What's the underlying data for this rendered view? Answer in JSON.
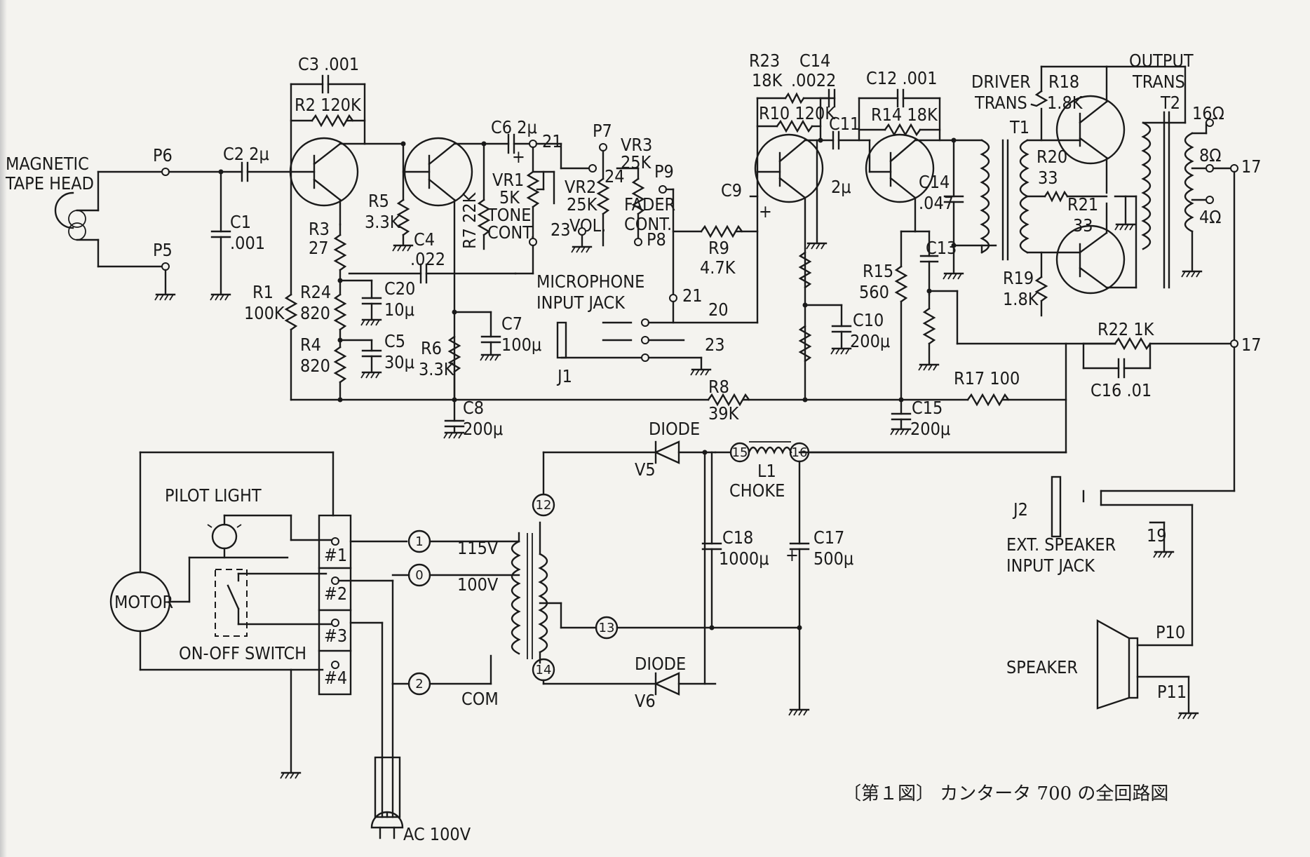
{
  "caption": "〔第１図〕 カンタータ 700 の全回路図",
  "labels": {
    "tape_head": [
      "MAGNETIC",
      "TAPE HEAD"
    ],
    "p5": "P5",
    "p6": "P6",
    "p7": "P7",
    "p8": "P8",
    "p9": "P9",
    "p10": "P10",
    "p11": "P11",
    "c1": [
      "C1",
      ".001"
    ],
    "c2": "C2 2μ",
    "c3": "C3 .001",
    "r2": "R2 120K",
    "r1": [
      "R1",
      "100K"
    ],
    "r3": [
      "R3",
      "27"
    ],
    "r24": [
      "R24",
      "820"
    ],
    "r4": [
      "R4",
      "820"
    ],
    "c20": [
      "C20",
      "10μ"
    ],
    "c5": [
      "C5",
      "30μ"
    ],
    "r5": [
      "R5",
      "3.3K"
    ],
    "c4": [
      "C4",
      ".022"
    ],
    "r7": "R7 22K",
    "c6": "C6 2μ",
    "vr1": [
      "VR1",
      "5K",
      "TONE",
      "CONT."
    ],
    "c7": [
      "C7",
      "100μ"
    ],
    "r6": [
      "R6",
      "3.3K"
    ],
    "c8": [
      "C8",
      "200μ"
    ],
    "vr2": [
      "VR2",
      "25K",
      "VOL."
    ],
    "vr3": [
      "VR3",
      "25K"
    ],
    "fader": [
      "FADER",
      "CONT."
    ],
    "mic_jack": [
      "MICROPHONE",
      "INPUT JACK"
    ],
    "j1": "J1",
    "n21a": "21",
    "n21b": "21",
    "n24": "24",
    "n23a": "23",
    "n23b": "23",
    "n20": "20",
    "r8": [
      "R8",
      "39K"
    ],
    "r9": [
      "R9",
      "4.7K"
    ],
    "c9": "C9",
    "r23": [
      "R23",
      "18K"
    ],
    "c14a": [
      "C14",
      ".0022"
    ],
    "r10": "R10 120K",
    "c11": [
      "C11",
      "2μ"
    ],
    "c12": "C12 .001",
    "r14": "R14 18K",
    "r15": [
      "R15",
      "560"
    ],
    "c10": [
      "C10",
      "200μ"
    ],
    "c14b": [
      "C14",
      ".047"
    ],
    "c13": "C13",
    "c15": [
      "C15",
      "200μ"
    ],
    "r17": "R17 100",
    "driver_trans": [
      "DRIVER",
      "TRANS",
      "T1"
    ],
    "output_trans": [
      "OUTPUT",
      "TRANS",
      "T2"
    ],
    "r18": [
      "R18",
      "1.8K"
    ],
    "r20": [
      "R20",
      "33"
    ],
    "r21": [
      "R21",
      "33"
    ],
    "r19": [
      "R19",
      "1.8K"
    ],
    "r22": "R22 1K",
    "c16": "C16 .01",
    "tap16": "16Ω",
    "tap8": "8Ω",
    "tap4": "4Ω",
    "n17a": "17",
    "n17b": "17",
    "n19": "19",
    "j2": "J2",
    "ext_jack": [
      "EXT. SPEAKER",
      "INPUT JACK"
    ],
    "speaker": "SPEAKER",
    "diode_v5": [
      "DIODE",
      "V5"
    ],
    "diode_v6": [
      "DIODE",
      "V6"
    ],
    "choke": [
      "L1",
      "CHOKE"
    ],
    "c18": [
      "C18",
      "1000μ"
    ],
    "c17": [
      "C17",
      "500μ"
    ],
    "pilot": "PILOT LIGHT",
    "motor": "MOTOR",
    "switch": "ON-OFF SWITCH",
    "t1": "#1",
    "t2": "#2",
    "t3": "#3",
    "t4": "#4",
    "v115": "115V",
    "v100": "100V",
    "com": "COM",
    "ac": "AC 100V",
    "circ": [
      "1",
      "0",
      "2",
      "12",
      "13",
      "14",
      "15",
      "16"
    ]
  }
}
